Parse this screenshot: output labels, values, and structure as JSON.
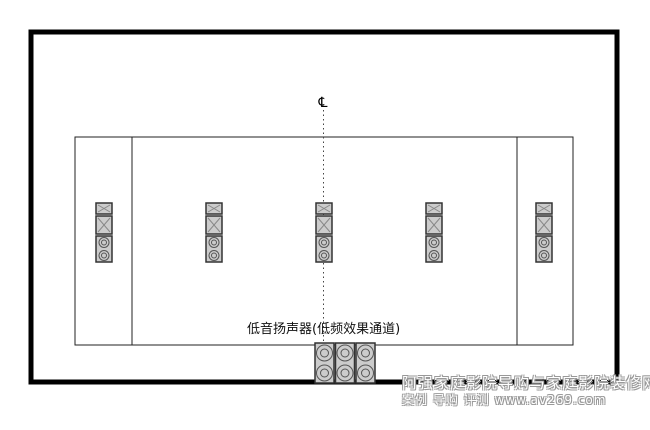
{
  "diagram": {
    "centerline_symbol": "℄",
    "subwoofer_label": "低音扬声器(低频效果通道)",
    "speaker_columns": 5,
    "subwoofer_count": 3
  },
  "watermark": {
    "line1": "阿强家庭影院导购与家庭影院装修网",
    "line2": "案例 导购 评测  www.av269.com"
  }
}
